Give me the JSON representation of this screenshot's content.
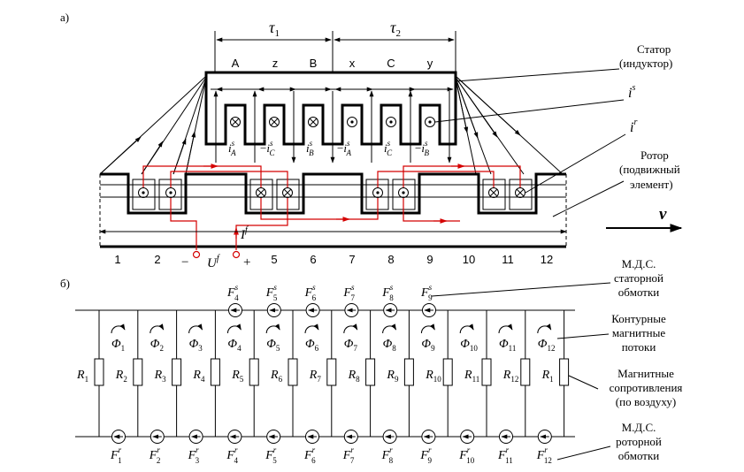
{
  "panel_a": {
    "label": "а)",
    "tau1": "τ",
    "tau1_sub": "1",
    "tau2": "τ",
    "tau2_sub": "2",
    "phases": [
      "A",
      "z",
      "B",
      "x",
      "C",
      "y"
    ],
    "stator_label_1": "Статор",
    "stator_label_2": "(индуктор)",
    "rotor_label_1": "Ротор",
    "rotor_label_2": "(подвижный",
    "rotor_label_3": "элемент)",
    "is_label": "i",
    "is_sup": "s",
    "ir_label": "i",
    "ir_sup": "r",
    "v_label": "v",
    "stator_currents": [
      {
        "pre": "",
        "main": "i",
        "sup": "s",
        "sub": "A"
      },
      {
        "pre": "−",
        "main": "i",
        "sup": "s",
        "sub": "C"
      },
      {
        "pre": "",
        "main": "i",
        "sup": "s",
        "sub": "B"
      },
      {
        "pre": "−",
        "main": "i",
        "sup": "s",
        "sub": "A"
      },
      {
        "pre": "",
        "main": "i",
        "sup": "s",
        "sub": "C"
      },
      {
        "pre": "−",
        "main": "i",
        "sup": "s",
        "sub": "B"
      }
    ],
    "minus": "−",
    "plus": "+",
    "uf_main": "U",
    "uf_sup": "f",
    "if_main": "I",
    "if_sup": "f",
    "zones": [
      "1",
      "2",
      "",
      "",
      "5",
      "6",
      "7",
      "8",
      "9",
      "10",
      "11",
      "12"
    ]
  },
  "panel_b": {
    "label": "б)",
    "right_labels": [
      [
        "М.Д.С.",
        "статорной",
        "обмотки"
      ],
      [
        "Контурные",
        "магнитные",
        "потоки"
      ],
      [
        "Магнитные",
        "сопротивления",
        "(по воздуху)"
      ],
      [
        "М.Д.С.",
        "роторной",
        "обмотки"
      ]
    ],
    "stator_mmf": [
      {
        "main": "F",
        "sup": "s",
        "sub": "4"
      },
      {
        "main": "F",
        "sup": "s",
        "sub": "5"
      },
      {
        "main": "F",
        "sup": "s",
        "sub": "6"
      },
      {
        "main": "F",
        "sup": "s",
        "sub": "7"
      },
      {
        "main": "F",
        "sup": "s",
        "sub": "8"
      },
      {
        "main": "F",
        "sup": "s",
        "sub": "9"
      }
    ],
    "fluxes": [
      {
        "main": "Φ",
        "sub": "1"
      },
      {
        "main": "Φ",
        "sub": "2"
      },
      {
        "main": "Φ",
        "sub": "3"
      },
      {
        "main": "Φ",
        "sub": "4"
      },
      {
        "main": "Φ",
        "sub": "5"
      },
      {
        "main": "Φ",
        "sub": "6"
      },
      {
        "main": "Φ",
        "sub": "7"
      },
      {
        "main": "Φ",
        "sub": "8"
      },
      {
        "main": "Φ",
        "sub": "9"
      },
      {
        "main": "Φ",
        "sub": "10"
      },
      {
        "main": "Φ",
        "sub": "11"
      },
      {
        "main": "Φ",
        "sub": "12"
      }
    ],
    "resistances": [
      {
        "main": "R",
        "sub": "1"
      },
      {
        "main": "R",
        "sub": "2"
      },
      {
        "main": "R",
        "sub": "3"
      },
      {
        "main": "R",
        "sub": "4"
      },
      {
        "main": "R",
        "sub": "5"
      },
      {
        "main": "R",
        "sub": "6"
      },
      {
        "main": "R",
        "sub": "7"
      },
      {
        "main": "R",
        "sub": "8"
      },
      {
        "main": "R",
        "sub": "9"
      },
      {
        "main": "R",
        "sub": "10"
      },
      {
        "main": "R",
        "sub": "11"
      },
      {
        "main": "R",
        "sub": "12"
      },
      {
        "main": "R",
        "sub": "1"
      }
    ],
    "rotor_mmf": [
      {
        "main": "F",
        "sup": "r",
        "sub": "1"
      },
      {
        "main": "F",
        "sup": "r",
        "sub": "2"
      },
      {
        "main": "F",
        "sup": "r",
        "sub": "3"
      },
      {
        "main": "F",
        "sup": "r",
        "sub": "4"
      },
      {
        "main": "F",
        "sup": "r",
        "sub": "5"
      },
      {
        "main": "F",
        "sup": "r",
        "sub": "6"
      },
      {
        "main": "F",
        "sup": "r",
        "sub": "7"
      },
      {
        "main": "F",
        "sup": "r",
        "sub": "8"
      },
      {
        "main": "F",
        "sup": "r",
        "sub": "9"
      },
      {
        "main": "F",
        "sup": "r",
        "sub": "10"
      },
      {
        "main": "F",
        "sup": "r",
        "sub": "11"
      },
      {
        "main": "F",
        "sup": "r",
        "sub": "12"
      }
    ]
  },
  "colors": {
    "line": "#000000",
    "excitation_circuit": "#d40000"
  }
}
